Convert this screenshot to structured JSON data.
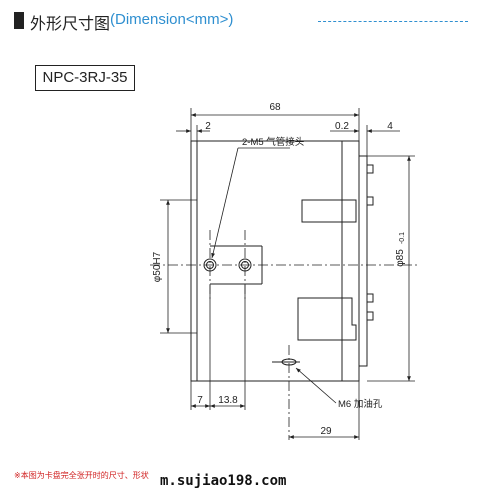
{
  "header": {
    "title_cn": "外形尺寸图",
    "title_en": "(Dimension<mm>)"
  },
  "model_label": "NPC-3RJ-35",
  "dimensions": {
    "overall_width": "68",
    "left_offset": "2",
    "right_gap": "0.2",
    "right_offset": "4",
    "bore_diameter": "φ50H7",
    "outer_diameter": "φ85",
    "outer_tolerance": "-0.1",
    "left_bottom": "7",
    "hole_spacing": "13.8",
    "bottom_right": "29"
  },
  "callouts": {
    "air_port": "2-M5 气管接头",
    "oil_port": "M6 加油孔"
  },
  "footer": {
    "note": "※本图为卡盘完全张开时的尺寸、形状",
    "watermark": "m.sujiao198.com"
  },
  "colors": {
    "accent": "#2f8fd0",
    "note": "#d02020",
    "line": "#222222"
  }
}
